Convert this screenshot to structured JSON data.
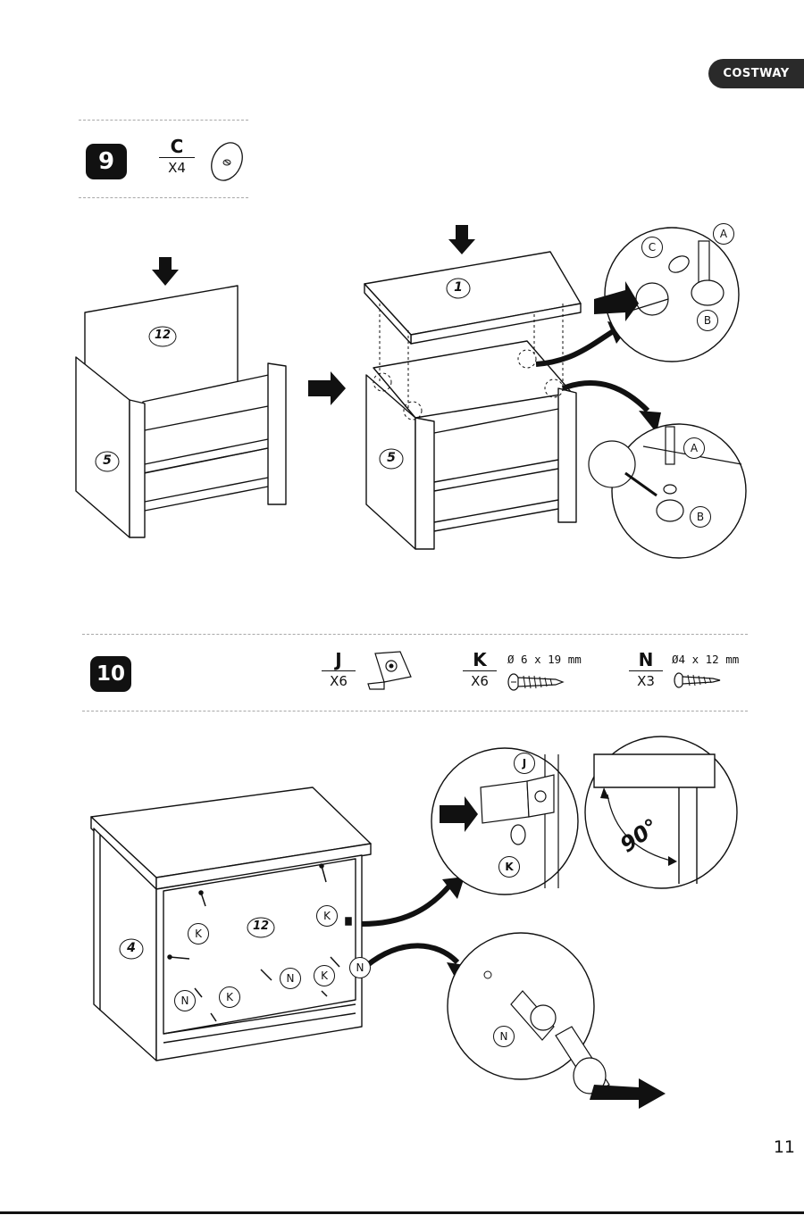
{
  "brand": "COSTWAY",
  "page_number": "11",
  "step9": {
    "number": "9",
    "part": {
      "letter": "C",
      "quantity": "X4",
      "icon": "cam-lock-icon"
    },
    "panel_labels": {
      "left_back": "12",
      "left_side": "5",
      "top": "1",
      "right_side": "5"
    },
    "detail_labels": {
      "c": "C",
      "a1": "A",
      "b1": "B",
      "a2": "A",
      "b2": "B"
    }
  },
  "step10": {
    "number": "10",
    "parts": [
      {
        "letter": "J",
        "quantity": "X6",
        "spec": "",
        "icon": "corner-bracket-icon"
      },
      {
        "letter": "K",
        "quantity": "X6",
        "spec": "Ø 6 x 19 mm",
        "icon": "screw-icon"
      },
      {
        "letter": "N",
        "quantity": "X3",
        "spec": "Ø4 x 12 mm",
        "icon": "screw-icon"
      }
    ],
    "panel_labels": {
      "side": "4",
      "back": "12"
    },
    "callouts": {
      "k": "K",
      "n": "N"
    },
    "detail_labels": {
      "j": "J",
      "k": "K",
      "n": "N",
      "angle": "90°"
    }
  }
}
